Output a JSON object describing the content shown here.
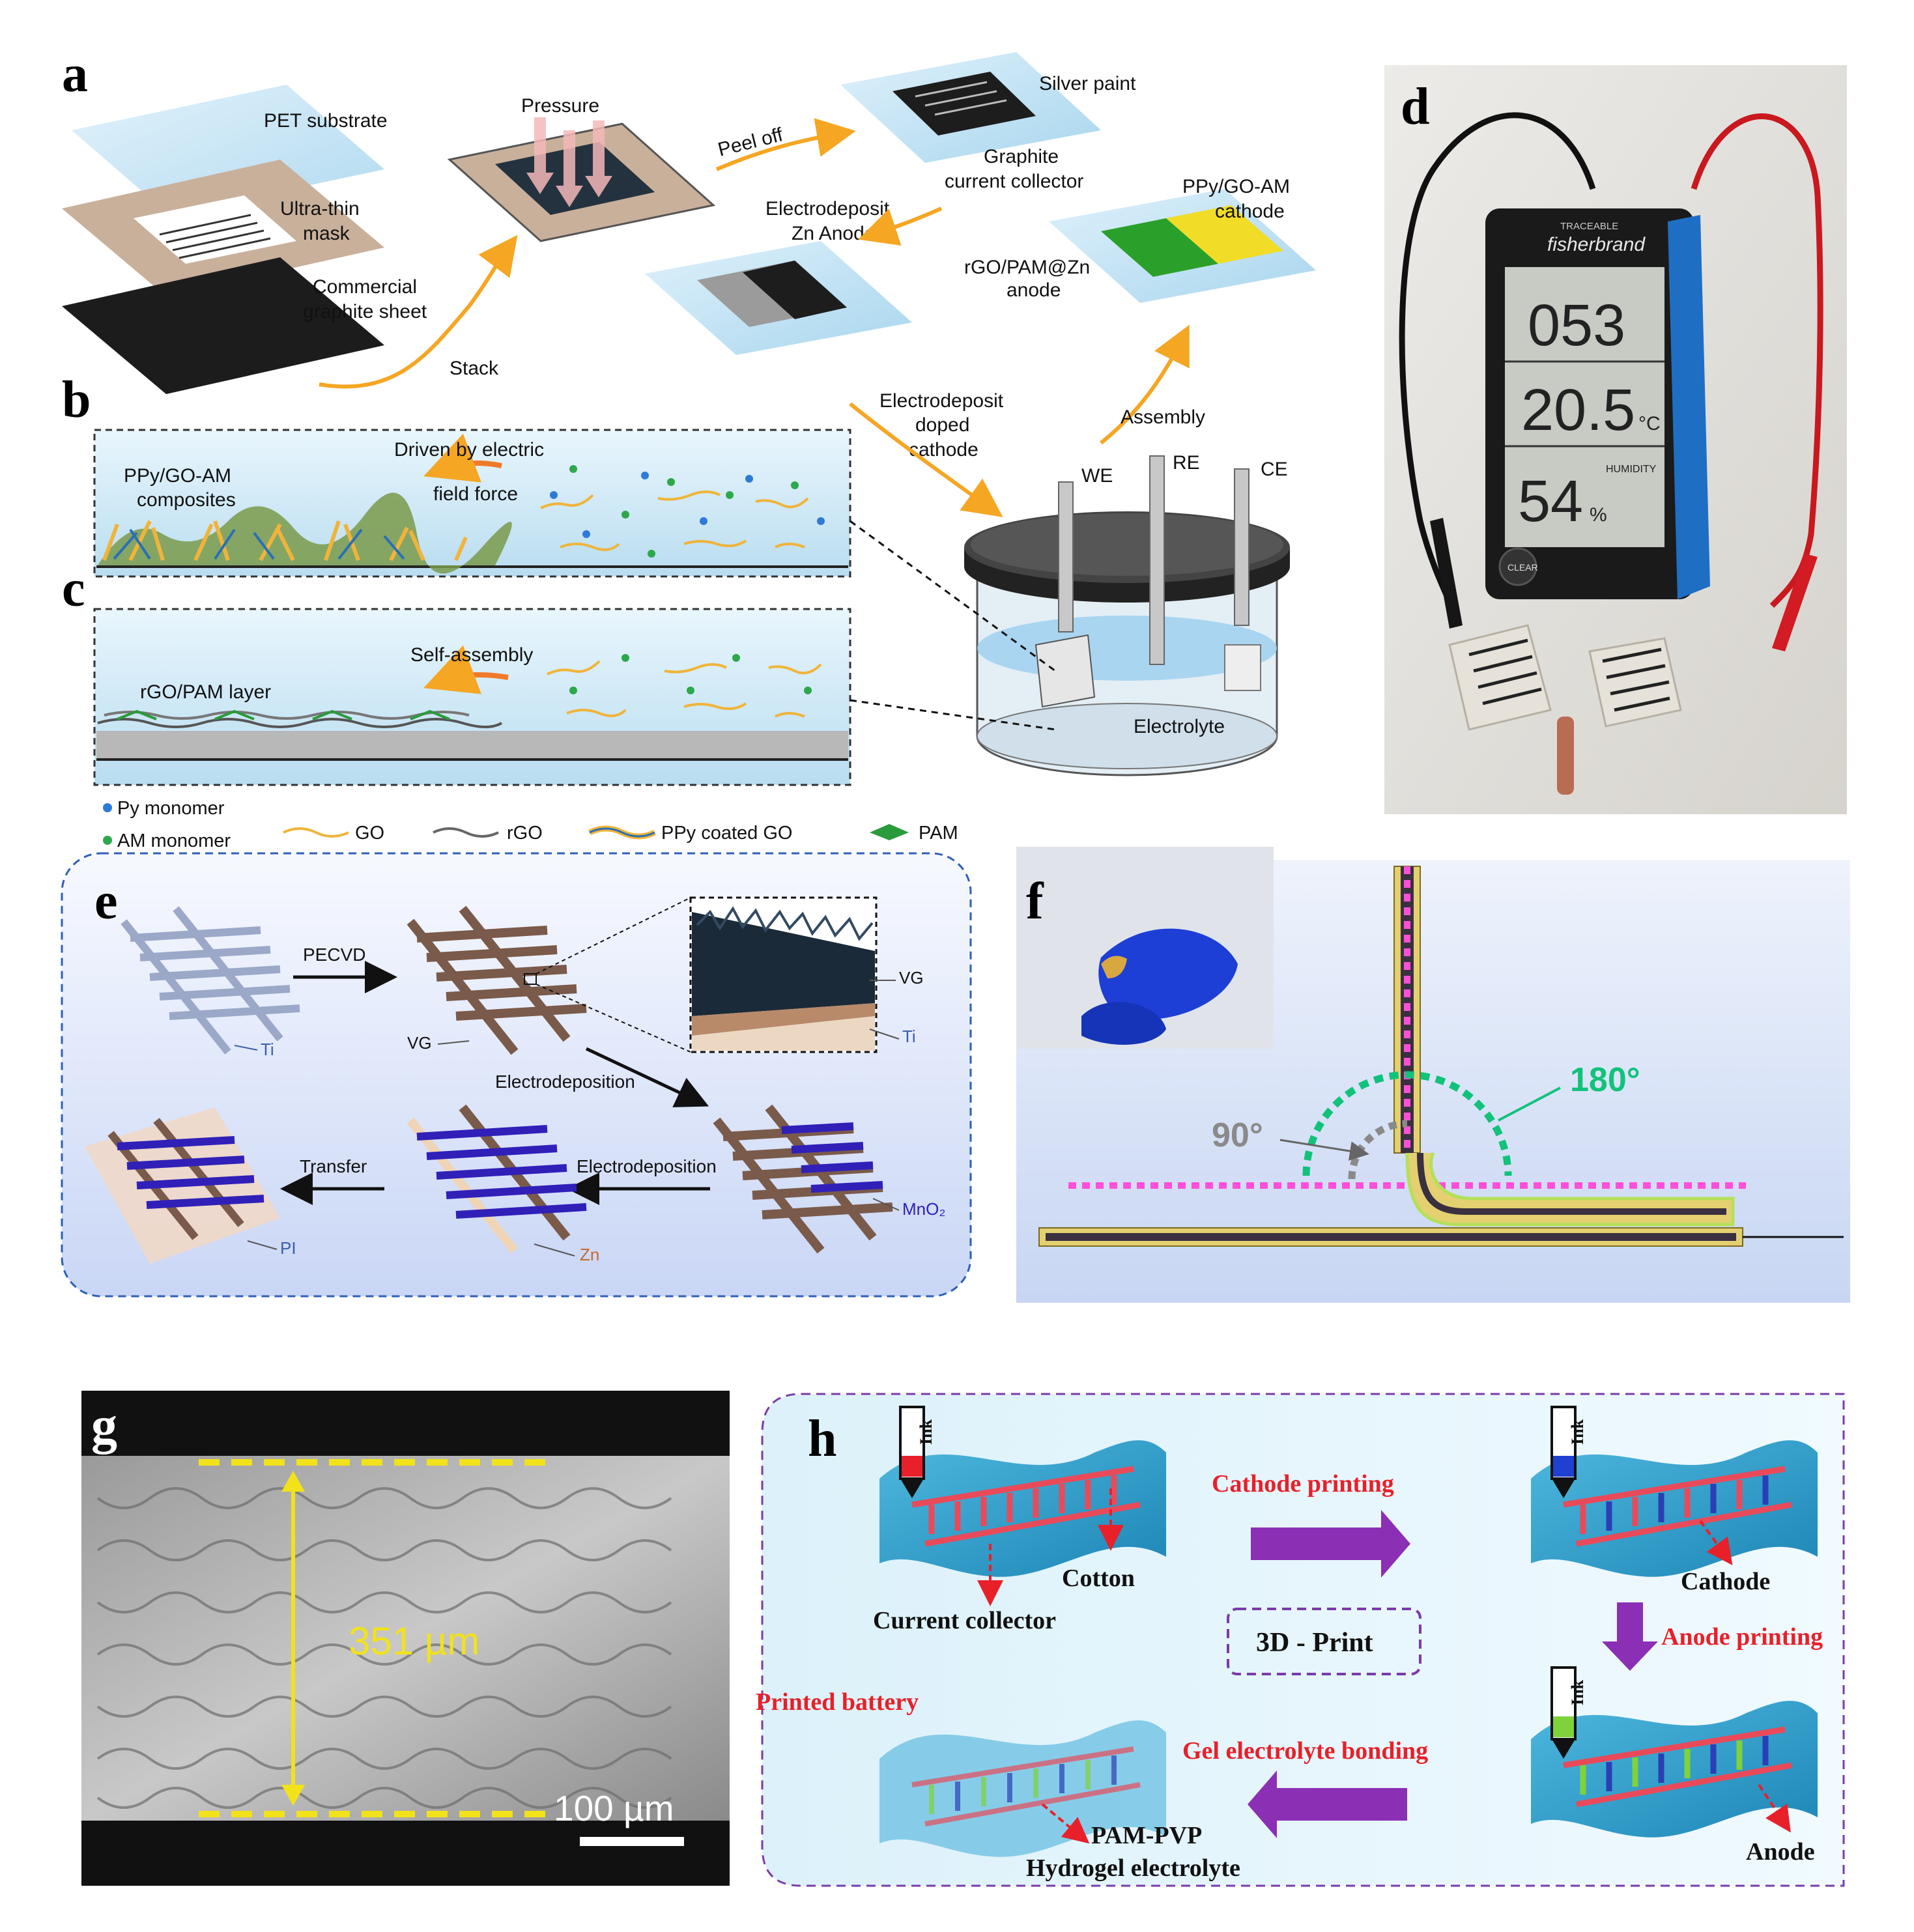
{
  "panel_labels": {
    "a": "a",
    "b": "b",
    "c": "c",
    "d": "d",
    "e": "e",
    "f": "f",
    "g": "g",
    "h": "h"
  },
  "panel_a": {
    "pet_substrate": "PET substrate",
    "ultra_thin_mask_l1": "Ultra-thin",
    "ultra_thin_mask_l2": "mask",
    "graphite_sheet_l1": "Commercial",
    "graphite_sheet_l2": "graphite sheet",
    "pressure": "Pressure",
    "stack": "Stack",
    "peel_off": "Peel off",
    "silver_paint": "Silver paint",
    "graphite_cc_l1": "Graphite",
    "graphite_cc_l2": "current collector",
    "electrodeposit_zn_l1": "Electrodeposit",
    "electrodeposit_zn_l2": "Zn Anode",
    "ppy_cathode_l1": "PPy/GO-AM",
    "ppy_cathode_l2": "cathode",
    "rgo_anode_l1": "rGO/PAM@Zn",
    "rgo_anode_l2": "anode",
    "doped_l1": "Electrodeposit",
    "doped_l2": "doped",
    "doped_l3": "cathode",
    "assembly": "Assembly",
    "we": "WE",
    "re": "RE",
    "ce": "CE",
    "electrolyte": "Electrolyte"
  },
  "panel_b": {
    "composites_l1": "PPy/GO-AM",
    "composites_l2": "composites",
    "driven_l1": "Driven by electric",
    "driven_l2": "field force"
  },
  "panel_c": {
    "self_assembly": "Self-assembly",
    "rgo_layer": "rGO/PAM layer"
  },
  "legend": {
    "py_monomer": "Py monomer",
    "am_monomer": "AM monomer",
    "go": "GO",
    "rgo": "rGO",
    "ppy_coated_go": "PPy coated GO",
    "pam": "PAM"
  },
  "panel_d": {
    "brand_top": "TRACEABLE",
    "brand": "fisherbrand",
    "reading_1": "053",
    "reading_2": "20.5",
    "reading_2_unit": "°C",
    "reading_3": "54",
    "reading_3_unit": "%",
    "humidity": "HUMIDITY",
    "clear": "CLEAR"
  },
  "panel_e": {
    "pecvd": "PECVD",
    "ti_1": "Ti",
    "vg_1": "VG",
    "vg_2": "VG",
    "ti_2": "Ti",
    "electrodeposition_1": "Electrodeposition",
    "transfer": "Transfer",
    "electrodeposition_2": "Electrodeposition",
    "mno2": "MnO₂",
    "pi": "PI",
    "zn": "Zn"
  },
  "panel_f": {
    "angle_180": "180°",
    "angle_90": "90°"
  },
  "panel_g": {
    "thickness": "351 µm",
    "scalebar": "100 µm"
  },
  "panel_h": {
    "ink": "Ink",
    "cotton": "Cotton",
    "current_collector": "Current collector",
    "cathode_printing": "Cathode printing",
    "cathode": "Cathode",
    "anode_printing": "Anode printing",
    "print_3d": "3D - Print",
    "printed_battery": "Printed battery",
    "gel_bonding": "Gel electrolyte bonding",
    "pam_pvp": "PAM-PVP",
    "hydrogel": "Hydrogel electrolyte",
    "anode": "Anode"
  },
  "colors": {
    "orange_arrow": "#f5a623",
    "red_label": "#e8202a",
    "purple_arrow": "#8b2fb5",
    "green_angle": "#12c27a",
    "magenta_dotted": "#ff4fd8",
    "yellow_dash": "#f2e21a",
    "light_blue": "#bfe3f5"
  }
}
